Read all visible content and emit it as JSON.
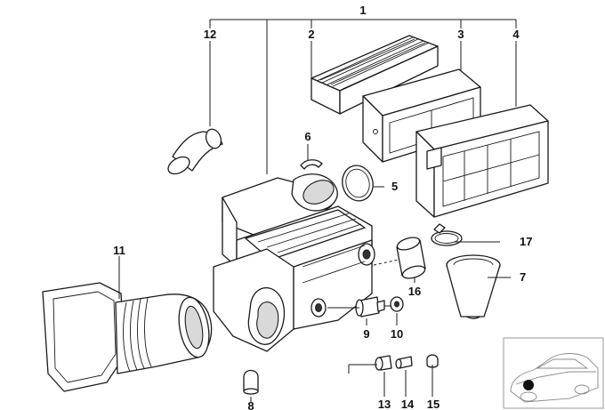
{
  "diagram": {
    "callouts": [
      {
        "id": "1",
        "text": "1"
      },
      {
        "id": "2",
        "text": "2"
      },
      {
        "id": "3",
        "text": "3"
      },
      {
        "id": "4",
        "text": "4"
      },
      {
        "id": "5",
        "text": "5"
      },
      {
        "id": "6",
        "text": "6"
      },
      {
        "id": "7",
        "text": "7"
      },
      {
        "id": "8",
        "text": "8"
      },
      {
        "id": "9",
        "text": "9"
      },
      {
        "id": "10",
        "text": "10"
      },
      {
        "id": "11",
        "text": "11"
      },
      {
        "id": "12",
        "text": "12"
      },
      {
        "id": "13",
        "text": "13"
      },
      {
        "id": "14",
        "text": "14"
      },
      {
        "id": "15",
        "text": "15"
      },
      {
        "id": "16",
        "text": "16"
      },
      {
        "id": "17",
        "text": "17"
      }
    ],
    "colors": {
      "line": "#1a1a1a",
      "background": "#ffffff",
      "marker": "#111111"
    },
    "locator": {
      "icon": "car-outline-icon"
    }
  }
}
